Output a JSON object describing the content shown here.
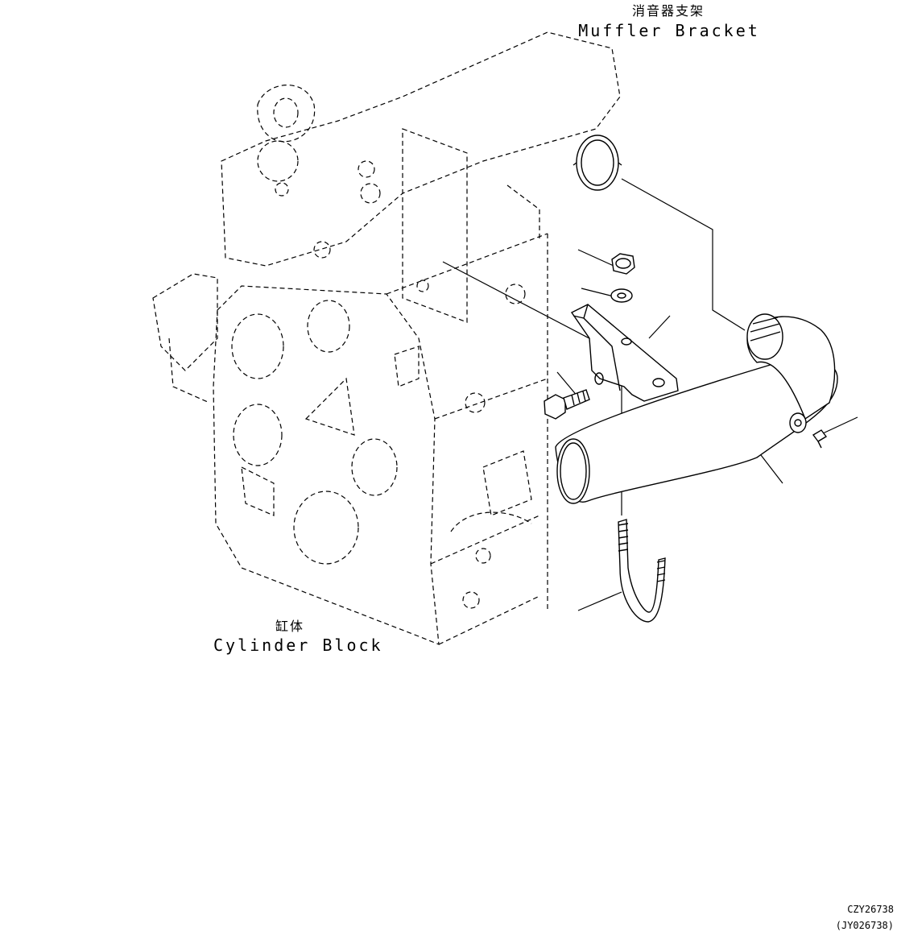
{
  "labels": {
    "muffler_bracket_cn": "消音器支架",
    "muffler_bracket_en": "Muffler Bracket",
    "cylinder_block_cn": "缸体",
    "cylinder_block_en": "Cylinder Block"
  },
  "drawing_codes": {
    "primary": "CZY26738",
    "secondary": "(JY026738)"
  }
}
